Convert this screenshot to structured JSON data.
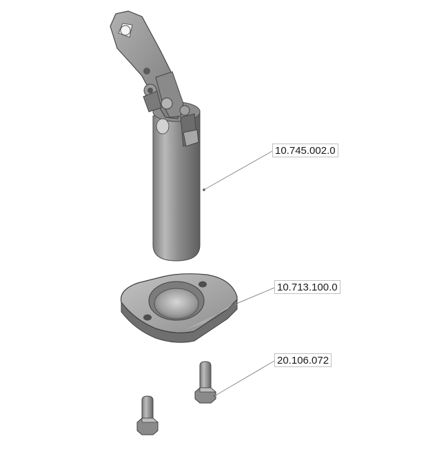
{
  "callouts": [
    {
      "part_number": "10.745.002.0"
    },
    {
      "part_number": "10.713.100.0"
    },
    {
      "part_number": "20.106.072"
    }
  ],
  "colors": {
    "background": "#ffffff",
    "part_metal": "#9a9a9a",
    "part_shadow": "#5a5a5a",
    "leader_line": "#8a8a8a"
  }
}
